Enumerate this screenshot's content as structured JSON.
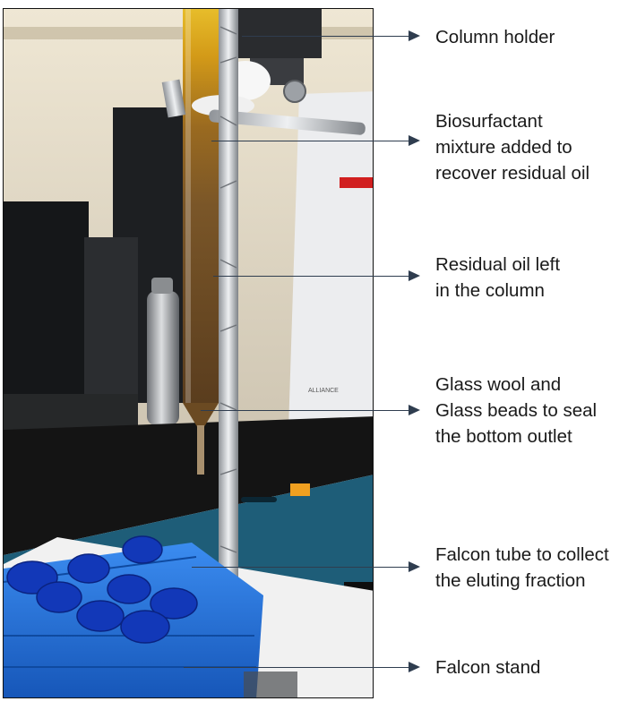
{
  "callouts": [
    {
      "id": "column-holder",
      "text": "Column holder"
    },
    {
      "id": "biosurfactant-mixture",
      "text": "Biosurfactant\nmixture added to\nrecover residual oil"
    },
    {
      "id": "residual-oil",
      "text": "Residual oil left\nin the column"
    },
    {
      "id": "glass-wool-beads",
      "text": "Glass wool and\nGlass beads to seal\nthe bottom outlet"
    },
    {
      "id": "falcon-tube",
      "text": "Falcon tube to collect\nthe eluting fraction"
    },
    {
      "id": "falcon-stand",
      "text": "Falcon stand"
    }
  ],
  "photo": {
    "equipment_badge": "ALLIANCE",
    "colors": {
      "oil_yellow": "#d7a21a",
      "column_brown": "#6b4a22",
      "foil_silver": "#c9ccd0",
      "stand_blue": "#1f6fd6",
      "cap_blue": "#1238b8",
      "wall": "#e4dccb",
      "bench": "#161616",
      "cabinet_teal": "#1e5d78",
      "leader_line": "#2f3d4f"
    }
  }
}
